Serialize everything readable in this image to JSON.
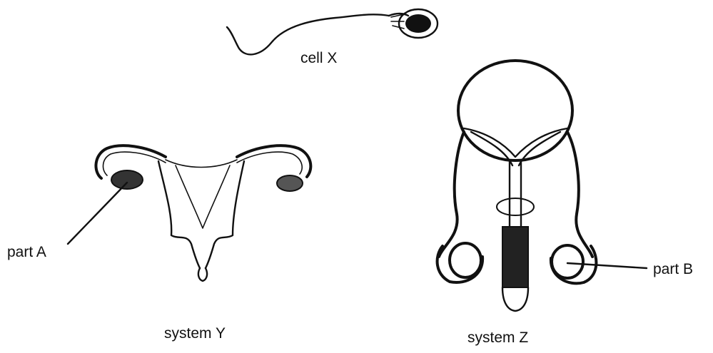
{
  "labels": {
    "cell_x": "cell X",
    "system_y": "system Y",
    "system_z": "system Z",
    "part_a": "part A",
    "part_b": "part B"
  },
  "colors": {
    "ink": "#111111",
    "background": "#ffffff"
  },
  "icons": {
    "cell_x": "sperm-cell-icon",
    "system_y": "female-reproductive-system-icon",
    "system_z": "male-reproductive-system-icon"
  }
}
